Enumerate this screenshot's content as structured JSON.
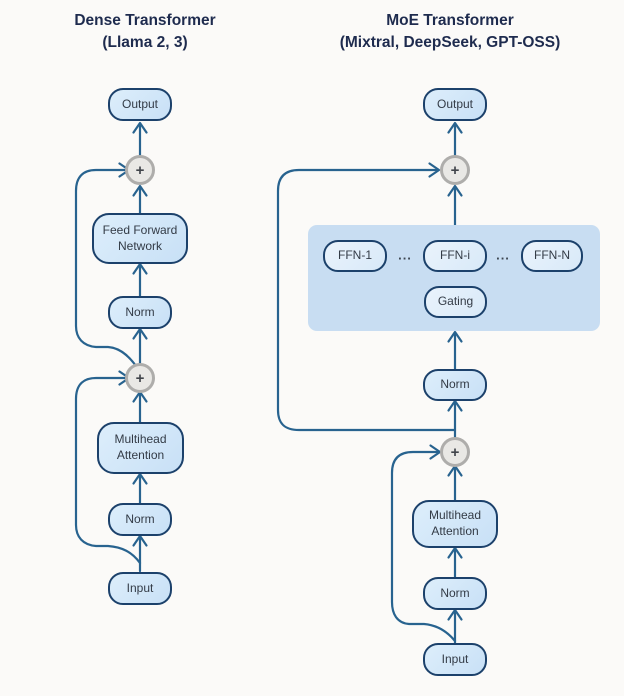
{
  "symbols": {
    "plus": "+",
    "dots": "..."
  },
  "colors": {
    "background": "#fbfaf8",
    "line": "#28638f",
    "node_border": "#1c416b",
    "node_fill": "#cfe4f7",
    "expert_fill": "#e3effb",
    "panel_fill": "#c8ddf2",
    "title_text": "#1e2b4e",
    "plus_ring": "#aeadab"
  },
  "left": {
    "title": "Dense Transformer",
    "subtitle": "(Llama 2, 3)",
    "nodes": {
      "output": "Output",
      "ffn": "Feed Forward Network",
      "norm_pre_ffn": "Norm",
      "attention": "Multihead Attention",
      "norm_pre_attention": "Norm",
      "input": "Input"
    }
  },
  "right": {
    "title": "MoE Transformer",
    "subtitle": "(Mixtral, DeepSeek, GPT-OSS)",
    "nodes": {
      "output": "Output",
      "experts": [
        "FFN-1",
        "FFN-i",
        "FFN-N"
      ],
      "gating": "Gating",
      "norm_pre_moe": "Norm",
      "attention": "Multihead Attention",
      "norm_pre_attention": "Norm",
      "input": "Input"
    }
  }
}
